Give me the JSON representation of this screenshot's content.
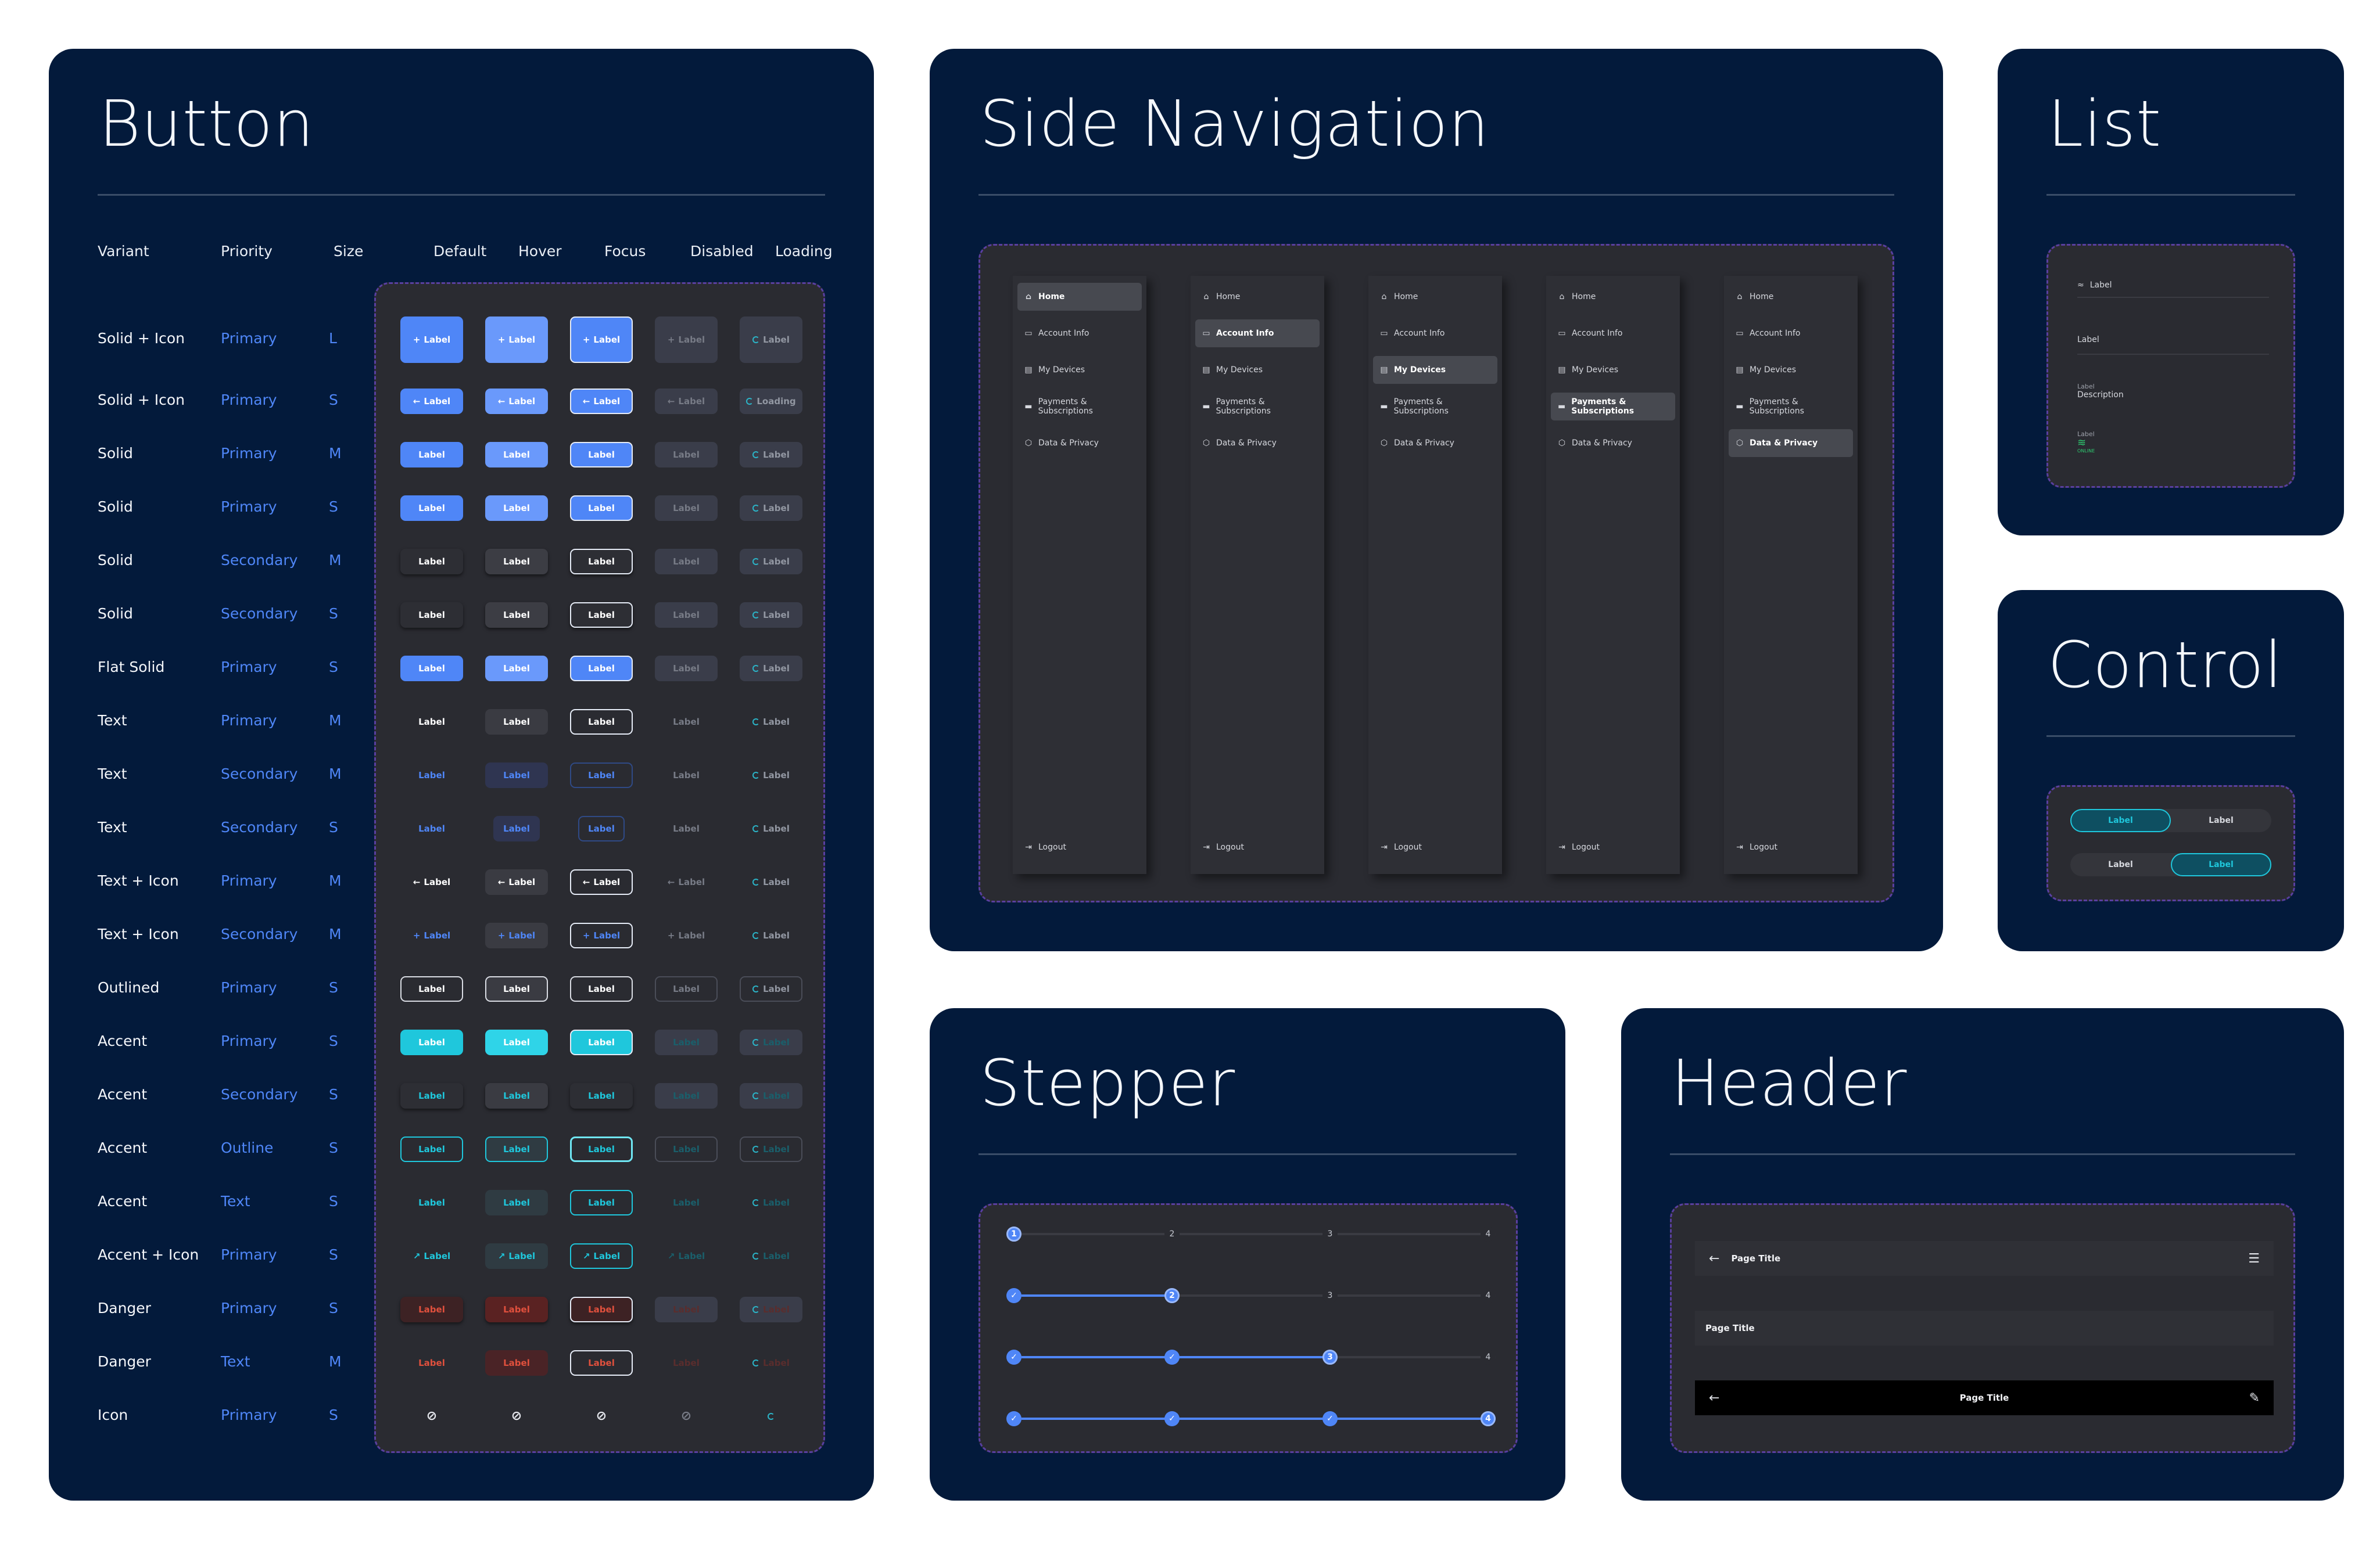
{
  "button": {
    "title": "Button",
    "headers": [
      "Variant",
      "Priority",
      "Size",
      "Default",
      "Hover",
      "Focus",
      "Disabled",
      "Loading"
    ],
    "rows": [
      {
        "variant": "Solid + Icon",
        "priority": "Primary",
        "size": "L",
        "label": "Label",
        "loading_label": "Label"
      },
      {
        "variant": "Solid + Icon",
        "priority": "Primary",
        "size": "S",
        "label": "Label",
        "loading_label": "Loading"
      },
      {
        "variant": "Solid",
        "priority": "Primary",
        "size": "M",
        "label": "Label",
        "loading_label": "Label"
      },
      {
        "variant": "Solid",
        "priority": "Primary",
        "size": "S",
        "label": "Label",
        "loading_label": "Label"
      },
      {
        "variant": "Solid",
        "priority": "Secondary",
        "size": "M",
        "label": "Label",
        "loading_label": "Label"
      },
      {
        "variant": "Solid",
        "priority": "Secondary",
        "size": "S",
        "label": "Label",
        "loading_label": "Label"
      },
      {
        "variant": "Flat Solid",
        "priority": "Primary",
        "size": "S",
        "label": "Label",
        "loading_label": "Label"
      },
      {
        "variant": "Text",
        "priority": "Primary",
        "size": "M",
        "label": "Label",
        "loading_label": "Label"
      },
      {
        "variant": "Text",
        "priority": "Secondary",
        "size": "M",
        "label": "Label",
        "loading_label": "Label"
      },
      {
        "variant": "Text",
        "priority": "Secondary",
        "size": "S",
        "label": "Label",
        "loading_label": "Label"
      },
      {
        "variant": "Text + Icon",
        "priority": "Primary",
        "size": "M",
        "label": "Label",
        "loading_label": "Label"
      },
      {
        "variant": "Text + Icon",
        "priority": "Secondary",
        "size": "M",
        "label": "Label",
        "loading_label": "Label"
      },
      {
        "variant": "Outlined",
        "priority": "Primary",
        "size": "S",
        "label": "Label",
        "loading_label": "Label"
      },
      {
        "variant": "Accent",
        "priority": "Primary",
        "size": "S",
        "label": "Label",
        "loading_label": "Label"
      },
      {
        "variant": "Accent",
        "priority": "Secondary",
        "size": "S",
        "label": "Label",
        "loading_label": "Label"
      },
      {
        "variant": "Accent",
        "priority": "Outline",
        "size": "S",
        "label": "Label",
        "loading_label": "Label"
      },
      {
        "variant": "Accent",
        "priority": "Text",
        "size": "S",
        "label": "Label",
        "loading_label": "Label"
      },
      {
        "variant": "Accent + Icon",
        "priority": "Primary",
        "size": "S",
        "label": "Label",
        "loading_label": "Label"
      },
      {
        "variant": "Danger",
        "priority": "Primary",
        "size": "S",
        "label": "Label",
        "loading_label": "Label"
      },
      {
        "variant": "Danger",
        "priority": "Text",
        "size": "M",
        "label": "Label",
        "loading_label": "Label"
      },
      {
        "variant": "Icon",
        "priority": "Primary",
        "size": "S",
        "label": "",
        "loading_label": ""
      }
    ]
  },
  "side_nav": {
    "title": "Side Navigation",
    "items": [
      {
        "label": "Home",
        "icon": "home-icon"
      },
      {
        "label": "Account Info",
        "icon": "id-card-icon"
      },
      {
        "label": "My Devices",
        "icon": "devices-icon"
      },
      {
        "label": "Payments & Subscriptions",
        "icon": "credit-card-icon"
      },
      {
        "label": "Data & Privacy",
        "icon": "shield-icon"
      }
    ],
    "logout": "Logout",
    "active_per_column": [
      0,
      1,
      2,
      3,
      4
    ]
  },
  "list": {
    "title": "List",
    "items": [
      {
        "label": "Label",
        "icon": "wifi-icon"
      },
      {
        "label": "Label"
      },
      {
        "overline": "Label",
        "label": "Description"
      },
      {
        "overline": "Label",
        "icon": "wifi-icon",
        "status": "ONLINE"
      }
    ]
  },
  "control": {
    "title": "Control",
    "rows": [
      {
        "left": "Label",
        "right": "Label",
        "selected": "left"
      },
      {
        "left": "Label",
        "right": "Label",
        "selected": "right"
      }
    ]
  },
  "stepper": {
    "title": "Stepper",
    "steps": [
      "1",
      "2",
      "3",
      "4"
    ],
    "rows": [
      1,
      2,
      3,
      4
    ]
  },
  "header": {
    "title": "Header",
    "bar1": {
      "title": "Page Title"
    },
    "bar2": {
      "title": "Page Title"
    },
    "bar3": {
      "title": "Page Title"
    }
  },
  "colors": {
    "page_bg": "#ffffff",
    "card_bg": "#031a3b",
    "well_bg": "#2a2b31",
    "primary": "#4f86f7",
    "accent": "#1fc7dc",
    "danger": "#c0392b",
    "online": "#2ecc71"
  }
}
